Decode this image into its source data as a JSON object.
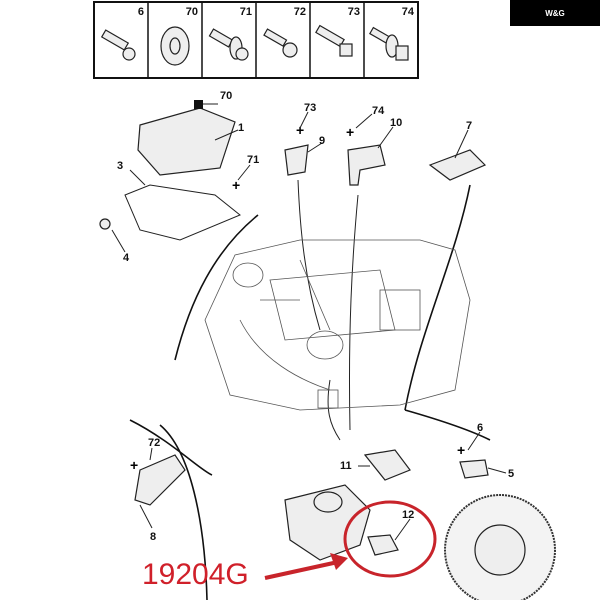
{
  "logo": {
    "text": "W&G"
  },
  "fastener_table": [
    "6",
    "70",
    "71",
    "72",
    "73",
    "74"
  ],
  "callouts": {
    "c70": "70",
    "c1": "1",
    "c3": "3",
    "c71": "71",
    "c4": "4",
    "c73": "73",
    "c9": "9",
    "c74": "74",
    "c10": "10",
    "c7": "7",
    "c72": "72",
    "c8": "8",
    "c11": "11",
    "c6": "6",
    "c5": "5",
    "c12": "12"
  },
  "highlight": {
    "part_number": "19204G",
    "color": "#d0202a"
  }
}
